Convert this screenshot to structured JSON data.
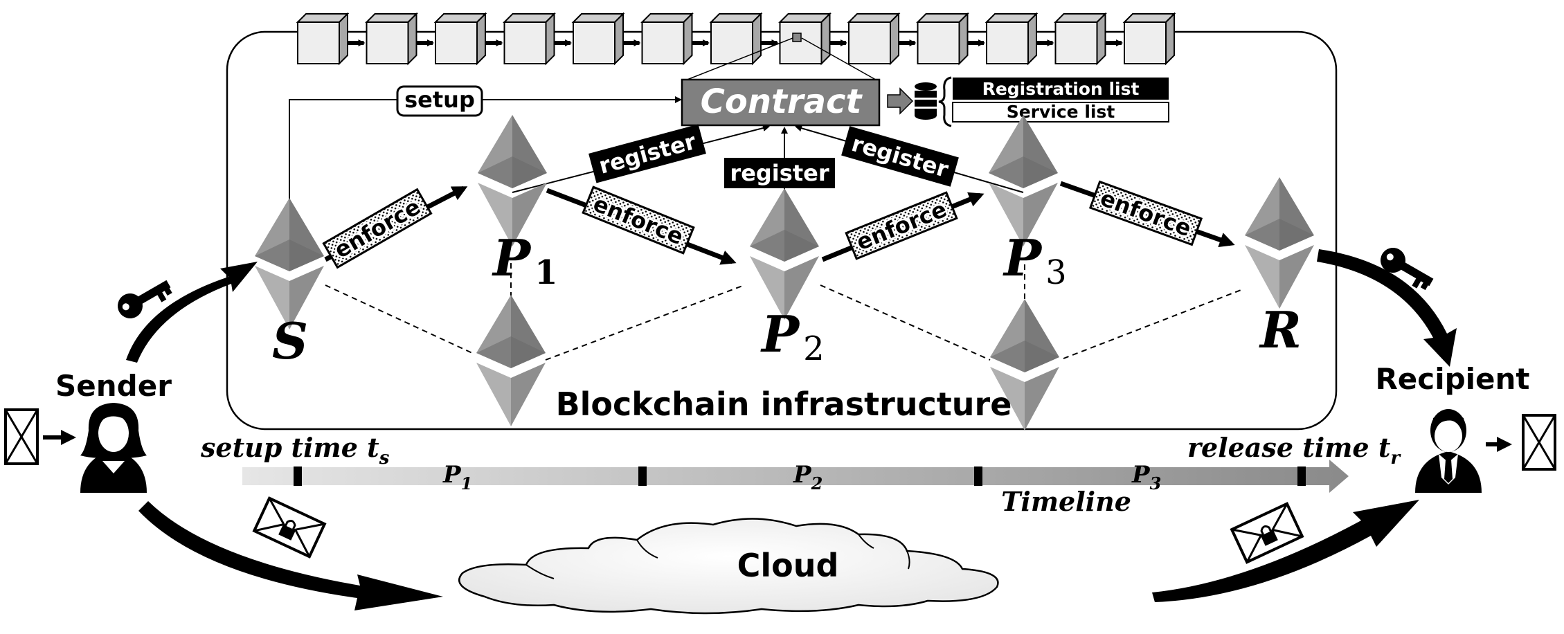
{
  "blockchain": {
    "label": "Blockchain infrastructure",
    "block_count": 13,
    "contract_label": "Contract",
    "lists": [
      "Registration list",
      "Service list"
    ]
  },
  "actors": {
    "sender": "Sender",
    "recipient": "Recipient"
  },
  "nodes": [
    {
      "id": "S",
      "label": "S",
      "sub": ""
    },
    {
      "id": "P1",
      "label": "P",
      "sub": "1"
    },
    {
      "id": "P2",
      "label": "P",
      "sub": "2"
    },
    {
      "id": "P3",
      "label": "P",
      "sub": "3"
    },
    {
      "id": "R",
      "label": "R",
      "sub": ""
    }
  ],
  "edge_labels": {
    "setup": "setup",
    "register": "register",
    "enforce": "enforce"
  },
  "cloud": "Cloud",
  "timeline": {
    "label": "Timeline",
    "setup": {
      "text": "setup time t",
      "sub": "s"
    },
    "release": {
      "text": "release time t",
      "sub": "r"
    },
    "periods": [
      {
        "label": "P",
        "sub": "1"
      },
      {
        "label": "P",
        "sub": "2"
      },
      {
        "label": "P",
        "sub": "3"
      }
    ]
  }
}
